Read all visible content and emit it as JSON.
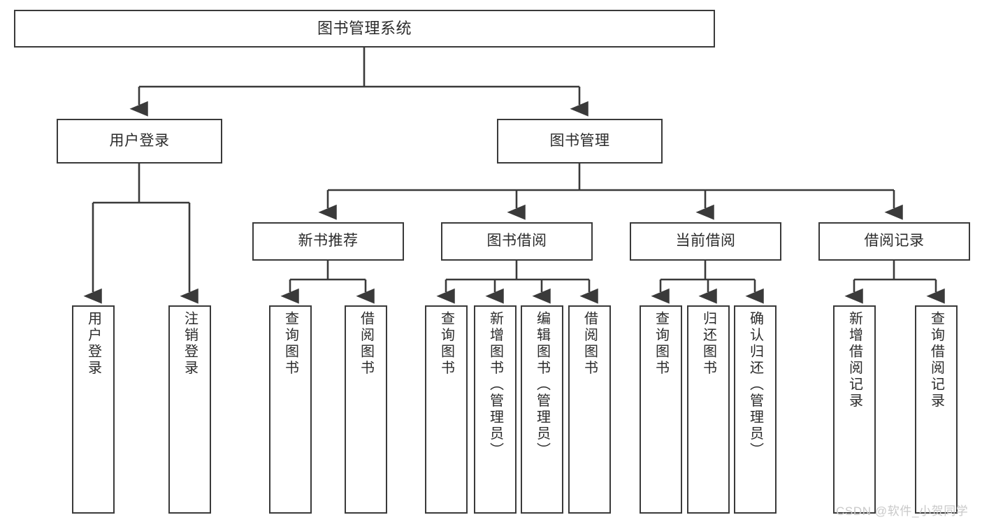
{
  "diagram": {
    "title": "图书管理系统",
    "watermark": "CSDN @软件_小贺同学",
    "colors": {
      "stroke": "#3a3a3a",
      "box_fill": "#ffffff",
      "text": "#2b2b2b",
      "watermark": "#c9c9c9",
      "background": "#ffffff"
    },
    "type": "tree",
    "nodes": {
      "root": {
        "label": "图书管理系统"
      },
      "level2": [
        {
          "id": "user-login",
          "label": "用户登录"
        },
        {
          "id": "book-management",
          "label": "图书管理"
        }
      ],
      "level3": [
        {
          "id": "new-book-recommend",
          "label": "新书推荐"
        },
        {
          "id": "book-borrow",
          "label": "图书借阅"
        },
        {
          "id": "current-borrow",
          "label": "当前借阅"
        },
        {
          "id": "borrow-record",
          "label": "借阅记录"
        }
      ],
      "leaves": {
        "user_login": [
          {
            "id": "leaf-user-login",
            "label": "用户登录"
          },
          {
            "id": "leaf-logout-login",
            "label": "注销登录"
          }
        ],
        "new_book_recommend": [
          {
            "id": "leaf-query-book-1",
            "label": "查询图书"
          },
          {
            "id": "leaf-borrow-book-1",
            "label": "借阅图书"
          }
        ],
        "book_borrow": [
          {
            "id": "leaf-query-book-2",
            "label": "查询图书"
          },
          {
            "id": "leaf-add-book-admin",
            "label": "新增图书（管理员）"
          },
          {
            "id": "leaf-edit-book-admin",
            "label": "编辑图书（管理员）"
          },
          {
            "id": "leaf-borrow-book-2",
            "label": "借阅图书"
          }
        ],
        "current_borrow": [
          {
            "id": "leaf-query-book-3",
            "label": "查询图书"
          },
          {
            "id": "leaf-return-book",
            "label": "归还图书"
          },
          {
            "id": "leaf-confirm-return-admin",
            "label": "确认归还（管理员）"
          }
        ],
        "borrow_record": [
          {
            "id": "leaf-add-borrow-record",
            "label": "新增借阅记录"
          },
          {
            "id": "leaf-query-borrow-record",
            "label": "查询借阅记录"
          }
        ]
      }
    }
  }
}
